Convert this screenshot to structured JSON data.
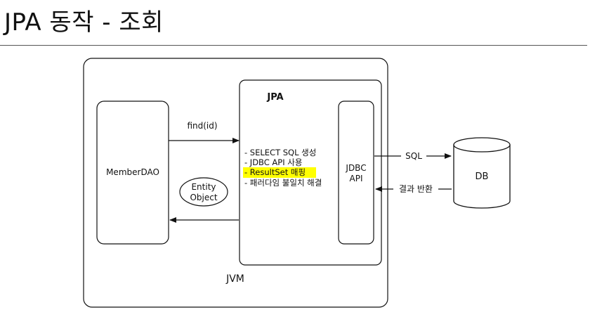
{
  "title": "JPA 동작 - 조회",
  "diagram": {
    "jvm_label": "JVM",
    "member_dao_label": "MemberDAO",
    "jpa_label": "JPA",
    "jpa_steps": [
      "- SELECT SQL 생성",
      "- JDBC API 사용",
      "- ResultSet 매핑",
      "- 패러다임 불일치 해결"
    ],
    "highlighted_step_index": 2,
    "highlight_color": "#ffff00",
    "jdbc_api_label_line1": "JDBC",
    "jdbc_api_label_line2": "API",
    "db_label": "DB",
    "call_arrow_label": "find(id)",
    "entity_object_line1": "Entity",
    "entity_object_line2": "Object",
    "sql_arrow_label": "SQL",
    "result_arrow_label": "결과 반환"
  }
}
